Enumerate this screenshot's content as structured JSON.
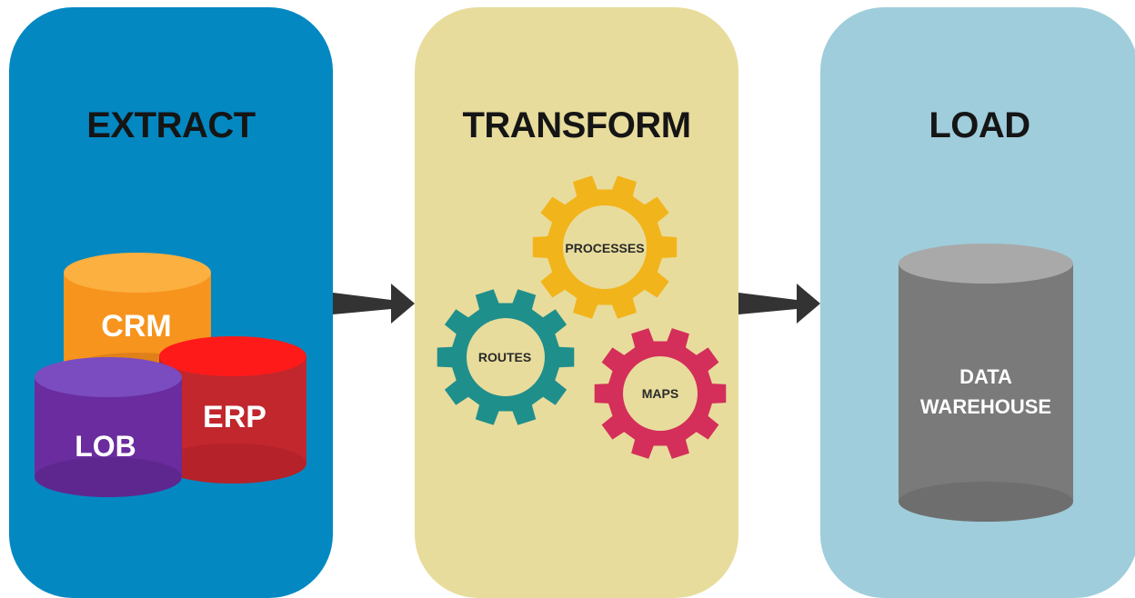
{
  "stages": {
    "extract": {
      "title": "EXTRACT",
      "color": "#0488c2",
      "sources": {
        "crm": "CRM",
        "erp": "ERP",
        "lob": "LOB"
      }
    },
    "transform": {
      "title": "TRANSFORM",
      "color": "#e8dc9c",
      "gears": {
        "processes": "PROCESSES",
        "routes": "ROUTES",
        "maps": "MAPS"
      }
    },
    "load": {
      "title": "LOAD",
      "color": "#9fcddb",
      "target": {
        "line1": "DATA",
        "line2": "WAREHOUSE"
      }
    }
  },
  "colors": {
    "crm": "#f7941d",
    "erp": "#d7262b",
    "lob": "#6a3aa6",
    "gear_processes": "#f2b41b",
    "gear_routes": "#1f8f8c",
    "gear_maps": "#d32f5a",
    "warehouse": "#7d7d7d",
    "arrow": "#333333"
  }
}
